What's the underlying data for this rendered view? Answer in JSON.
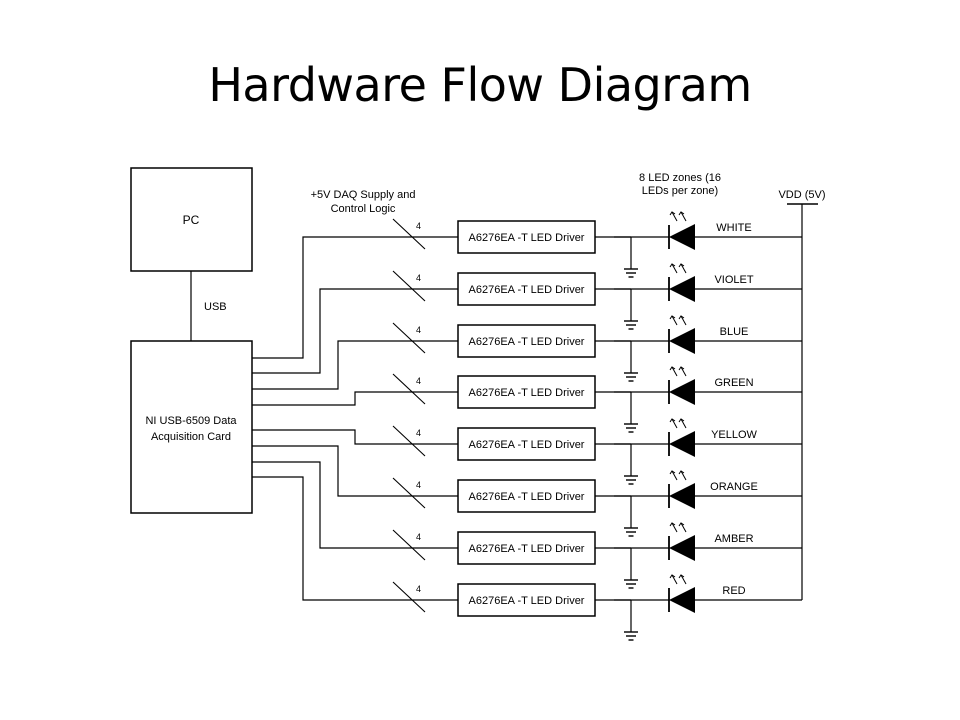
{
  "slide": {
    "title": "Hardware Flow Diagram"
  },
  "diagram": {
    "pc_label": "PC",
    "usb_label": "USB",
    "daq_label_line1": "NI USB-6509 Data",
    "daq_label_line2": "Acquisition Card",
    "supply_label_line1": "+5V DAQ Supply and",
    "supply_label_line2": "Control Logic",
    "zones_label_line1": "8 LED zones (16",
    "zones_label_line2": "LEDs per zone)",
    "vdd_label": "VDD (5V)",
    "bus_width": "4",
    "driver_label": "A6276EA -T LED Driver",
    "zones": [
      "WHITE",
      "VIOLET",
      "BLUE",
      "GREEN",
      "YELLOW",
      "ORANGE",
      "AMBER",
      "RED"
    ],
    "colors": {
      "line": "#000000",
      "background": "#ffffff"
    }
  }
}
